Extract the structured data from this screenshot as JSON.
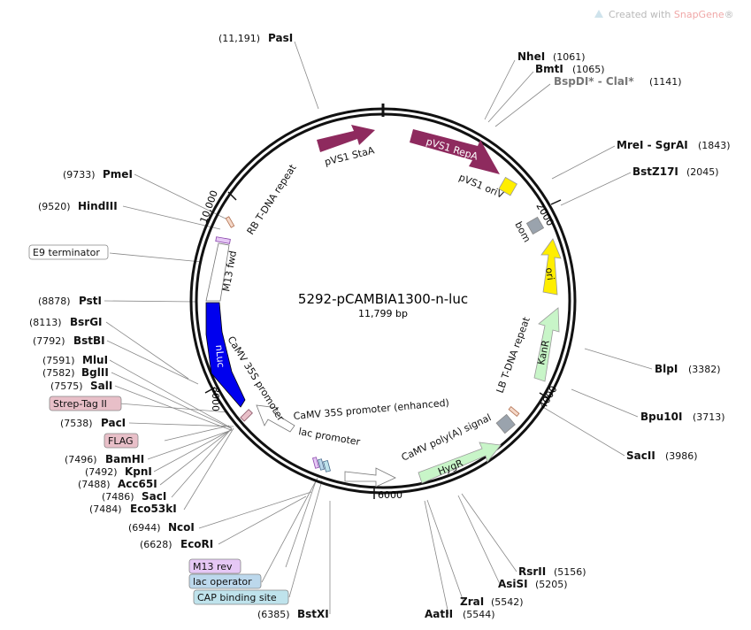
{
  "watermark": {
    "prefix": "Created with ",
    "brand": "SnapGene",
    "suffix": "®"
  },
  "plasmid": {
    "name": "5292-pCAMBIA1300-n-luc",
    "length": "11,799 bp"
  },
  "ticks": [
    "2000",
    "4000",
    "6000",
    "8000",
    "10,000"
  ],
  "sites": [
    {
      "name": "PasI",
      "pos": "(11,191)",
      "id": "pasi"
    },
    {
      "name": "NheI",
      "pos": "(1061)",
      "id": "nhei"
    },
    {
      "name": "BmtI",
      "pos": "(1065)",
      "id": "bmti"
    },
    {
      "name": "BspDI* - ClaI*",
      "pos": "(1141)",
      "id": "bspdi-clai"
    },
    {
      "name": "MreI - SgrAI",
      "pos": "(1843)",
      "id": "mrei-sgrai"
    },
    {
      "name": "BstZ17I",
      "pos": "(2045)",
      "id": "bstz17i"
    },
    {
      "name": "BlpI",
      "pos": "(3382)",
      "id": "blpi"
    },
    {
      "name": "Bpu10I",
      "pos": "(3713)",
      "id": "bpu10i"
    },
    {
      "name": "SacII",
      "pos": "(3986)",
      "id": "sacii"
    },
    {
      "name": "RsrII",
      "pos": "(5156)",
      "id": "rsrii"
    },
    {
      "name": "AsiSI",
      "pos": "(5205)",
      "id": "asisi"
    },
    {
      "name": "ZraI",
      "pos": "(5542)",
      "id": "zrai"
    },
    {
      "name": "AatII",
      "pos": "(5544)",
      "id": "aatii"
    },
    {
      "name": "BstXI",
      "pos": "(6385)",
      "id": "bstxi"
    },
    {
      "name": "EcoRI",
      "pos": "(6628)",
      "id": "ecori"
    },
    {
      "name": "NcoI",
      "pos": "(6944)",
      "id": "ncoi"
    },
    {
      "name": "Eco53kI",
      "pos": "(7484)",
      "id": "eco53ki"
    },
    {
      "name": "SacI",
      "pos": "(7486)",
      "id": "saci"
    },
    {
      "name": "Acc65I",
      "pos": "(7488)",
      "id": "acc65i"
    },
    {
      "name": "KpnI",
      "pos": "(7492)",
      "id": "kpni"
    },
    {
      "name": "BamHI",
      "pos": "(7496)",
      "id": "bamhi"
    },
    {
      "name": "PacI",
      "pos": "(7538)",
      "id": "paci"
    },
    {
      "name": "SalI",
      "pos": "(7575)",
      "id": "sali"
    },
    {
      "name": "BglII",
      "pos": "(7582)",
      "id": "bglii"
    },
    {
      "name": "MluI",
      "pos": "(7591)",
      "id": "mlui"
    },
    {
      "name": "BstBI",
      "pos": "(7792)",
      "id": "bstbi"
    },
    {
      "name": "BsrGI",
      "pos": "(8113)",
      "id": "bsrgi"
    },
    {
      "name": "PstI",
      "pos": "(8878)",
      "id": "psti"
    },
    {
      "name": "HindIII",
      "pos": "(9520)",
      "id": "hindiii"
    },
    {
      "name": "PmeI",
      "pos": "(9733)",
      "id": "pmei"
    }
  ],
  "boxed_features": {
    "e9": "E9 terminator",
    "strep": "Strep-Tag II",
    "flag": "FLAG",
    "m13rev": "M13 rev",
    "lacop": "lac operator",
    "cap": "CAP binding site"
  },
  "features": {
    "pvs1_staa": "pVS1 StaA",
    "pvs1_repa": "pVS1 RepA",
    "pvs1_oriv": "pVS1 oriV",
    "bom": "bom",
    "ori": "ori",
    "kanr": "KanR",
    "lb": "LB T-DNA repeat",
    "hygr": "HygR",
    "camv_polya": "CaMV poly(A) signal",
    "camv_35s_enh": "CaMV 35S promoter (enhanced)",
    "lac_promoter": "lac promoter",
    "camv_35s": "CaMV 35S promoter",
    "nluc": "nLuc",
    "m13fwd": "M13 fwd",
    "rb": "RB T-DNA repeat"
  },
  "colors": {
    "backbone": "#111111",
    "pvs1": "#8e2a5e",
    "oriv": "#ffee00",
    "ori": "#ffee00",
    "bom": "#9aa3ad",
    "kanr": "#c8f5c8",
    "hygr": "#c8f5c8",
    "nluc": "#0000ee",
    "promoter": "#ffffff",
    "strep": "#e8bfc8",
    "flag": "#e8bfc8",
    "m13rev": "#e6c8f5",
    "lacop": "#bcd8ec",
    "cap": "#bfe3ec",
    "watermark_brand": "#f0a8a8"
  }
}
